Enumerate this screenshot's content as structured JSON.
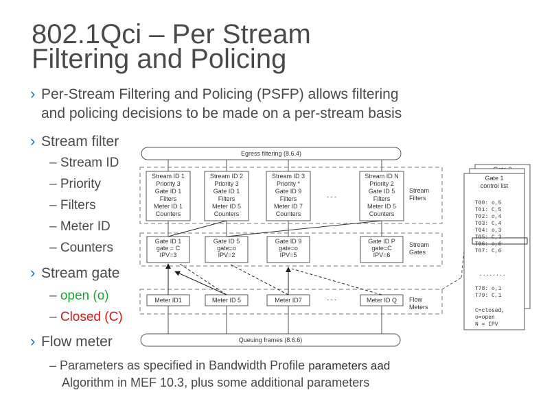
{
  "slide": {
    "title_line1": "802.1Qci – Per Stream",
    "title_line2": "Filtering and Policing",
    "intro_line1": "Per-Stream Filtering and Policing (PSFP) allows filtering",
    "intro_line2": "and policing decisions to be made on a per-stream basis",
    "stream_filter": {
      "heading": "Stream filter",
      "items": [
        "Stream ID",
        "Priority",
        "Filters",
        "Meter ID",
        "Counters"
      ]
    },
    "stream_gate": {
      "heading": "Stream gate",
      "open": "open (o)",
      "closed": "Closed (C)"
    },
    "flow_meter": {
      "heading": "Flow meter",
      "desc_line1a": "Parameters as specified in Bandwidth Profile ",
      "desc_line1b": "parameters aad",
      "desc_line2": "Algorithm in MEF 10.3, plus some additional parameters"
    }
  },
  "diagram": {
    "egress": "Egress filtering (8.6.4)",
    "queuing": "Queuing frames (8.6.6)",
    "filters": [
      [
        "Stream ID 1",
        "Priority 3",
        "Gate ID 1",
        "Filters",
        "Meter ID 1",
        "Counters"
      ],
      [
        "Stream ID 2",
        "Priority 3",
        "Gate ID 1",
        "Filters",
        "Meter ID 5",
        "Counters"
      ],
      [
        "Stream ID 3",
        "Priority *",
        "Gate ID 9",
        "Filters",
        "Meter ID 7",
        "Counters"
      ],
      [
        "Stream ID N",
        "Priority 2",
        "Gate ID 5",
        "Filters",
        "Meter ID 5",
        "Counters"
      ]
    ],
    "gates": [
      [
        "Gate ID 1",
        "gate = C",
        "IPV=3"
      ],
      [
        "Gate ID 5",
        "gate=o",
        "IPV=2"
      ],
      [
        "Gate ID 9",
        "gate=o",
        "IPV=5"
      ],
      [
        "Gate ID P",
        "gate=C",
        "IPV=6"
      ]
    ],
    "meters": [
      "Meter ID1",
      "Meter ID 5",
      "Meter ID7",
      "Meter ID Q"
    ],
    "ellipsis": "- - -",
    "label_stream_filters": [
      "Stream",
      "Filters"
    ],
    "label_stream_gates": [
      "Stream",
      "Gates"
    ],
    "label_flow_meters": [
      "Flow",
      "Meters"
    ],
    "control_list": {
      "back_title": "Gate 9",
      "title": [
        "Gate 1",
        "control list"
      ],
      "entries": [
        "T00: o,5",
        "T01: C,5",
        "T02: o,4",
        "T03: C,4",
        "T04: o,3",
        "T05: C,3",
        "T06: o,6",
        "T07: C,6"
      ],
      "dots": "........",
      "entries2": [
        "T78: o,1",
        "T79: C,1"
      ],
      "legend": [
        "C=closed,",
        "o=open",
        "N = IPV"
      ]
    }
  }
}
